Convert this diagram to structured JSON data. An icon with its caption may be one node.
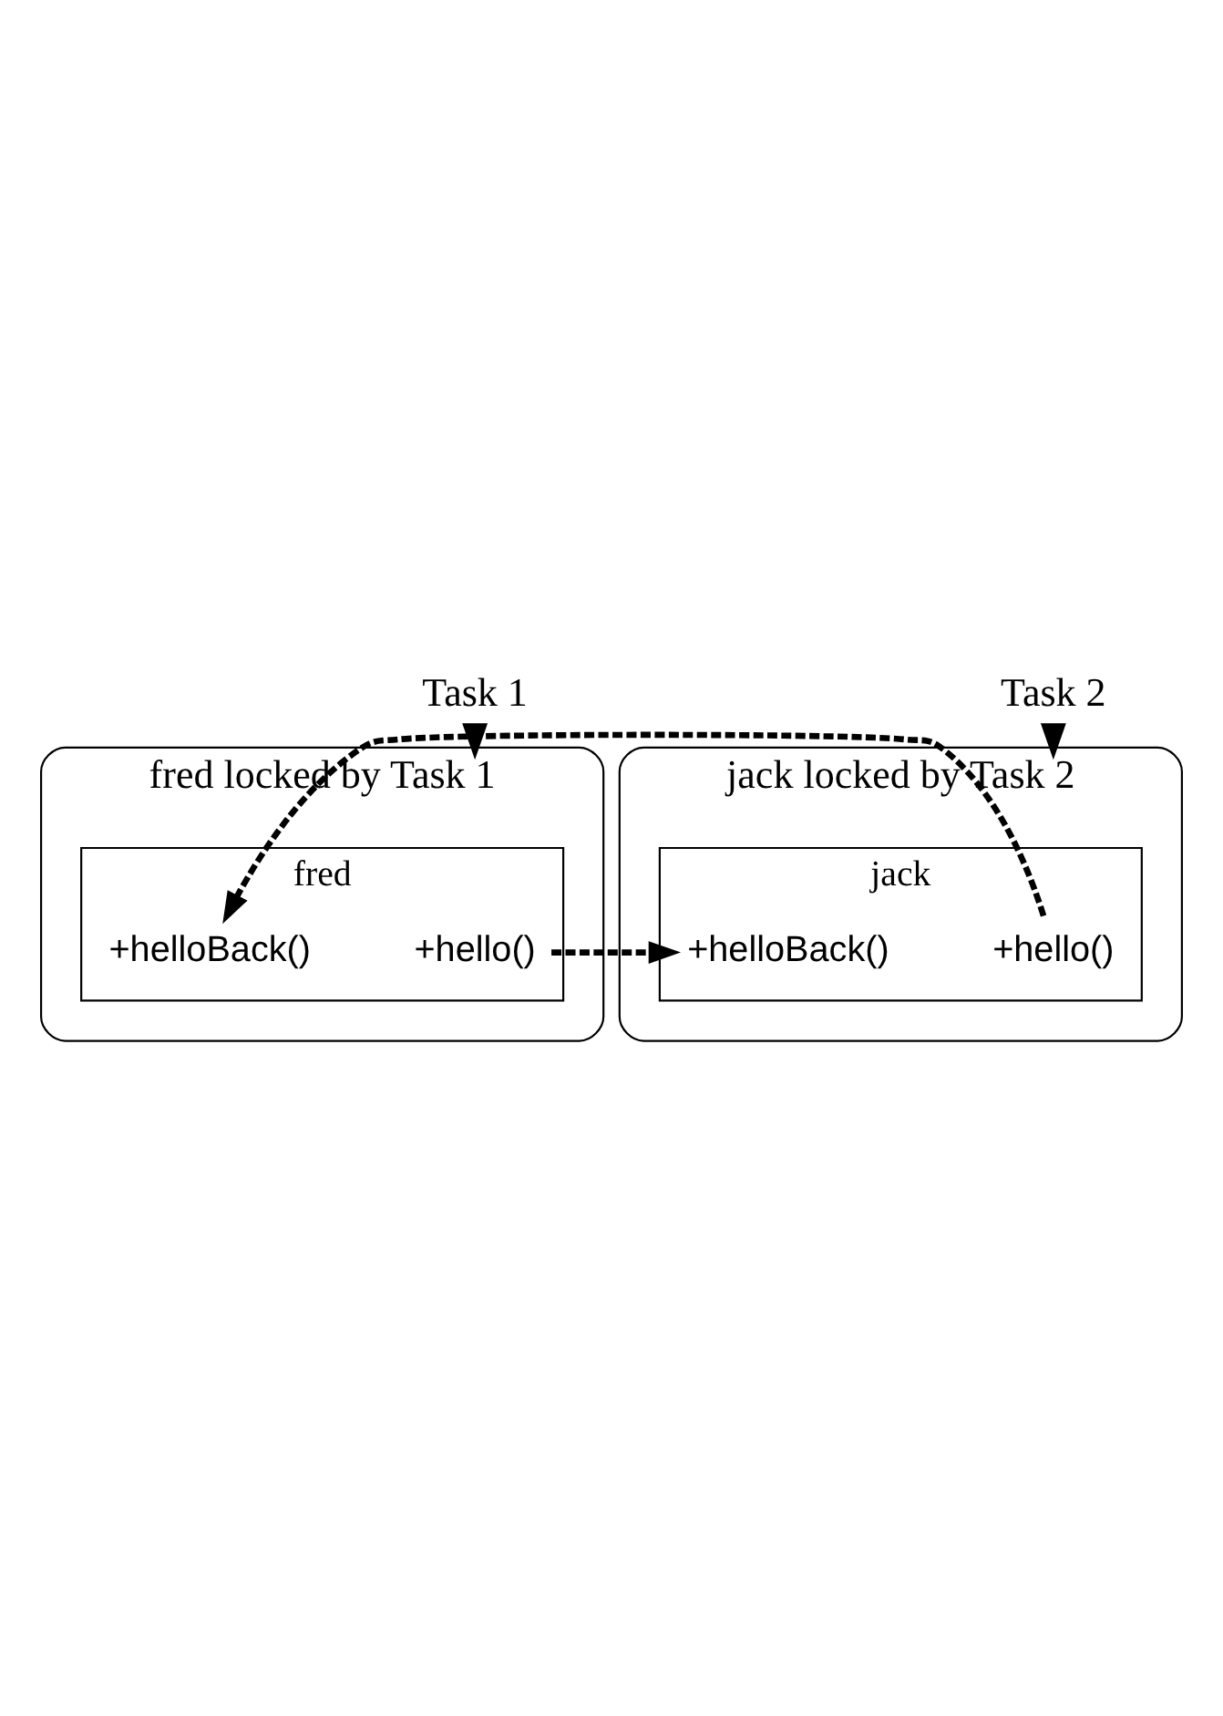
{
  "diagram": {
    "nodes": [
      {
        "text": [
          "Task 1"
        ]
      },
      {
        "text": [
          "fred locked by Task 1"
        ]
      },
      {
        "text": [
          "fred"
        ],
        "in": 1
      },
      {
        "text": [
          "+hello()"
        ],
        "in": 2
      },
      {
        "text": [
          "+helloBack()"
        ],
        "in": 2
      },
      {
        "text": [
          "Task 2"
        ]
      },
      {
        "text": [
          "jack locked by Task 2"
        ]
      },
      {
        "text": [
          "jack"
        ],
        "in": 6
      },
      {
        "text": [
          "+hello()"
        ],
        "in": 7
      },
      {
        "text": [
          "+helloBack()"
        ],
        "in": 7
      }
    ],
    "edges": [
      {
        "from": 0,
        "to": 1,
        "arrow": "to",
        "style": "thick"
      },
      {
        "from": 5,
        "to": 6,
        "arrow": "to",
        "style": "thick"
      },
      {
        "from": 3,
        "to": 9,
        "arrow": "to",
        "style": "dashed"
      },
      {
        "from": 8,
        "to": 4,
        "arrow": "to",
        "style": "dashed"
      }
    ]
  }
}
